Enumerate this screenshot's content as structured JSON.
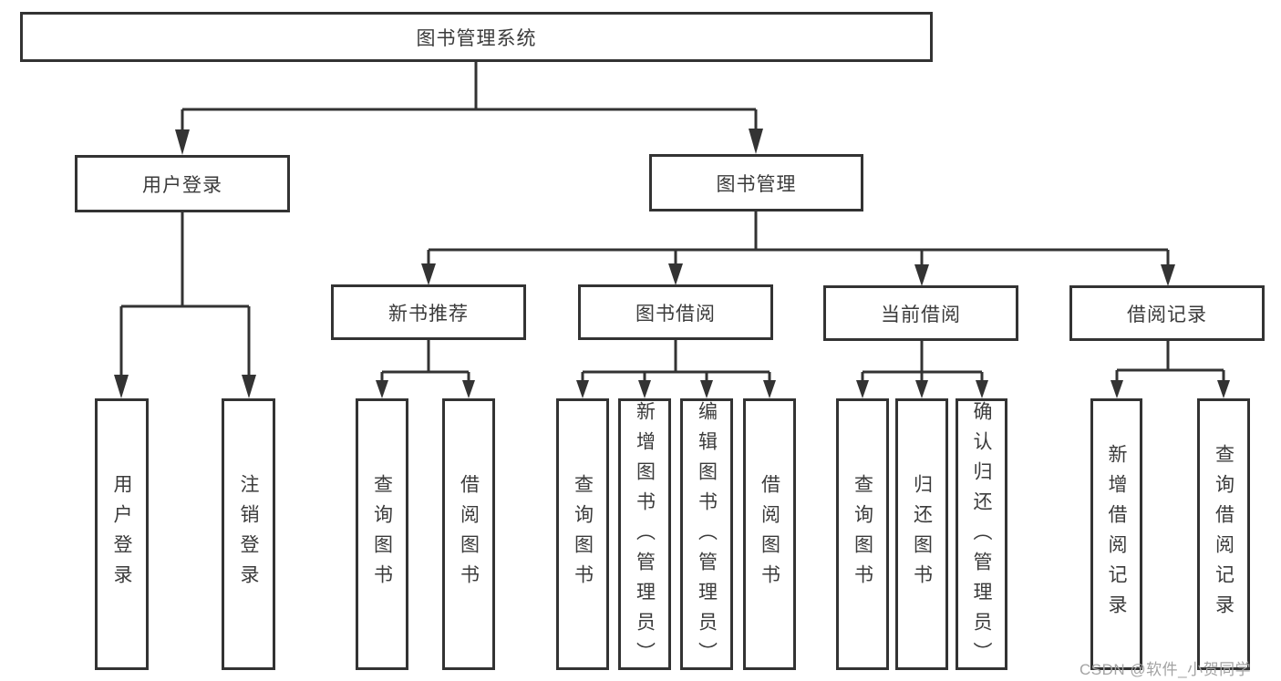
{
  "diagram": {
    "title": "图书管理系统",
    "type": "hierarchy-tree",
    "colors": {
      "line": "#333333",
      "box_border": "#333333",
      "text": "#3b3b3b",
      "background": "#ffffff",
      "watermark": "#a3a3a3"
    },
    "watermark": "CSDN @软件_小贺同学",
    "nodes": [
      {
        "id": "root",
        "label": "图书管理系统",
        "level": 1,
        "parent": null
      },
      {
        "id": "user-login",
        "label": "用户登录",
        "level": 2,
        "parent": "root"
      },
      {
        "id": "book-management",
        "label": "图书管理",
        "level": 2,
        "parent": "root"
      },
      {
        "id": "new-book-recommend",
        "label": "新书推荐",
        "level": 3,
        "parent": "book-management"
      },
      {
        "id": "book-borrow",
        "label": "图书借阅",
        "level": 3,
        "parent": "book-management"
      },
      {
        "id": "current-borrow",
        "label": "当前借阅",
        "level": 3,
        "parent": "book-management"
      },
      {
        "id": "borrow-records",
        "label": "借阅记录",
        "level": 3,
        "parent": "book-management"
      },
      {
        "id": "leaf-user-login",
        "label": "用户登录",
        "level": 4,
        "parent": "user-login"
      },
      {
        "id": "leaf-logout",
        "label": "注销登录",
        "level": 4,
        "parent": "user-login"
      },
      {
        "id": "leaf-query-book-1",
        "label": "查询图书",
        "level": 4,
        "parent": "new-book-recommend"
      },
      {
        "id": "leaf-borrow-book-1",
        "label": "借阅图书",
        "level": 4,
        "parent": "new-book-recommend"
      },
      {
        "id": "leaf-query-book-2",
        "label": "查询图书",
        "level": 4,
        "parent": "book-borrow"
      },
      {
        "id": "leaf-add-book",
        "label": "新增图书（管理员）",
        "level": 4,
        "parent": "book-borrow"
      },
      {
        "id": "leaf-edit-book",
        "label": "编辑图书（管理员）",
        "level": 4,
        "parent": "book-borrow"
      },
      {
        "id": "leaf-borrow-book-2",
        "label": "借阅图书",
        "level": 4,
        "parent": "book-borrow"
      },
      {
        "id": "leaf-query-book-3",
        "label": "查询图书",
        "level": 4,
        "parent": "current-borrow"
      },
      {
        "id": "leaf-return-book",
        "label": "归还图书",
        "level": 4,
        "parent": "current-borrow"
      },
      {
        "id": "leaf-confirm-return",
        "label": "确认归还（管理员）",
        "level": 4,
        "parent": "current-borrow"
      },
      {
        "id": "leaf-add-borrow-record",
        "label": "新增借阅记录",
        "level": 4,
        "parent": "borrow-records"
      },
      {
        "id": "leaf-query-borrow-record",
        "label": "查询借阅记录",
        "level": 4,
        "parent": "borrow-records"
      }
    ]
  }
}
